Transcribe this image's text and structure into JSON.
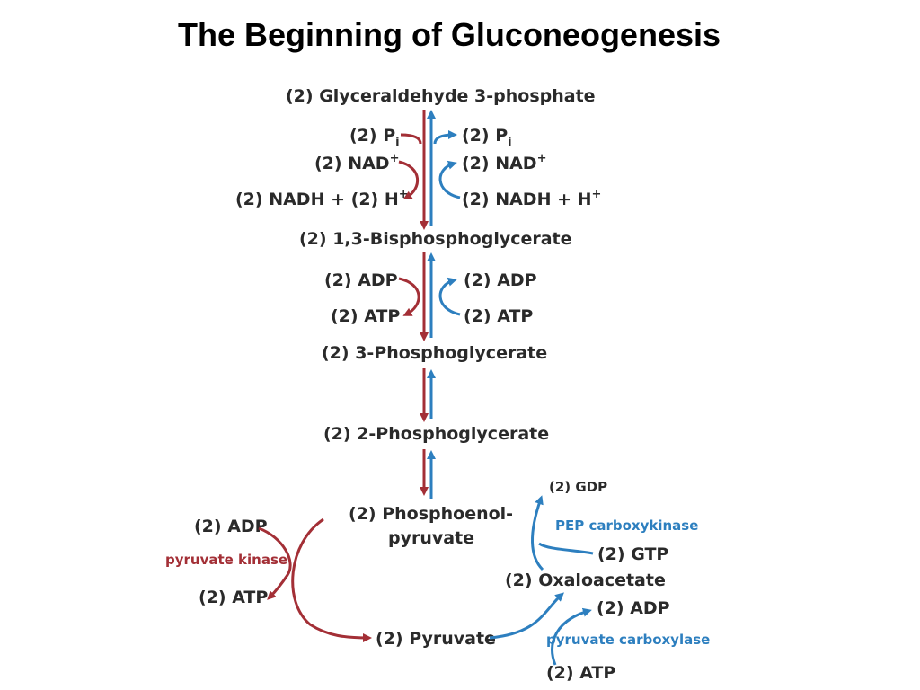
{
  "title": "The Beginning of Gluconeogenesis",
  "colors": {
    "glycolysis": "#a32f36",
    "gluconeogenesis": "#2d7fbf",
    "text": "#2a2a2a"
  },
  "compounds": {
    "g3p": "(2) Glyceraldehyde 3-phosphate",
    "bpg": "(2) 1,3-Bisphosphoglycerate",
    "pg3": "(2) 3-Phosphoglycerate",
    "pg2": "(2) 2-Phosphoglycerate",
    "pep_line1": "(2) Phosphoenol-",
    "pep_line2": "pyruvate",
    "pyruvate": "(2) Pyruvate",
    "oxaloacetate": "(2) Oxaloacetate"
  },
  "cofactors": {
    "left": {
      "pi": "(2) P",
      "pi_sub": "i",
      "nad": "(2) NAD",
      "nad_sup": "+",
      "nadh": "(2) NADH + (2) H",
      "nadh_sup": "+",
      "adp": "(2) ADP",
      "atp": "(2) ATP"
    },
    "right": {
      "pi": "(2) P",
      "pi_sub": "i",
      "nad": "(2) NAD",
      "nad_sup": "+",
      "nadh": "(2) NADH + H",
      "nadh_sup": "+",
      "adp": "(2) ADP",
      "atp": "(2) ATP"
    },
    "pk": {
      "adp": "(2) ADP",
      "atp": "(2) ATP"
    },
    "pepck": {
      "gdp": "(2) GDP",
      "gtp": "(2) GTP"
    },
    "pc": {
      "adp": "(2) ADP",
      "atp": "(2) ATP"
    }
  },
  "enzymes": {
    "pyruvate_kinase": "pyruvate kinase",
    "pep_carboxykinase": "PEP carboxykinase",
    "pyruvate_carboxylase": "pyruvate carboxylase"
  }
}
